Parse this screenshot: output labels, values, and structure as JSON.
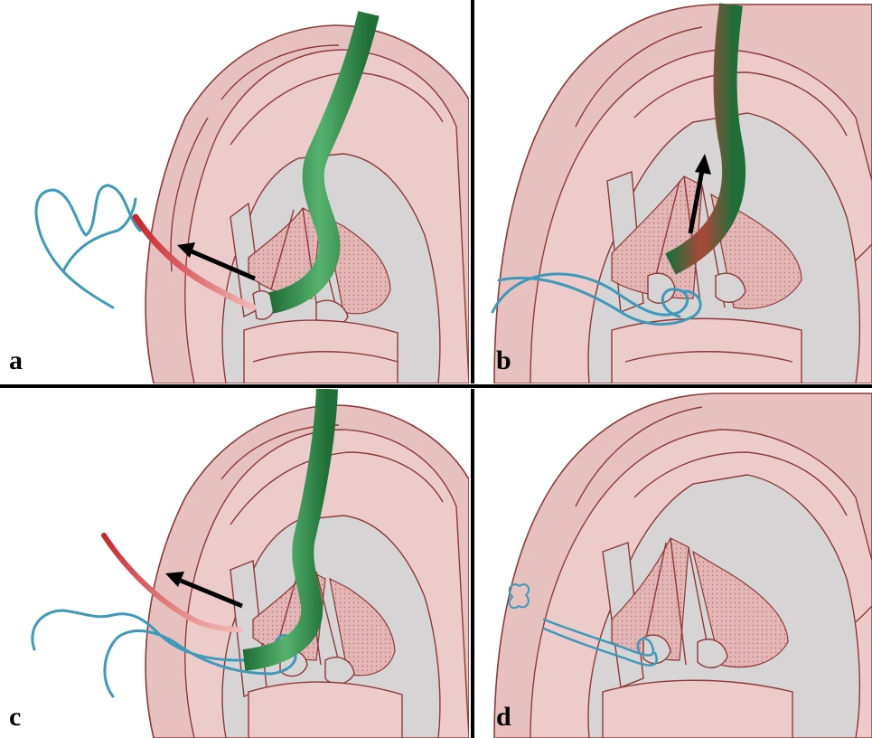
{
  "labels": {
    "a": "a",
    "b": "b",
    "c": "c",
    "d": "d"
  },
  "colors": {
    "tissue": "#e7c1c0",
    "tissue_outline": "#8e3a3a",
    "cartilage": "#d6d4d4",
    "suture": "#3d9ab9",
    "instrument": "#2f8c4b",
    "needle": "#c8262b",
    "arrow": "#000000"
  }
}
